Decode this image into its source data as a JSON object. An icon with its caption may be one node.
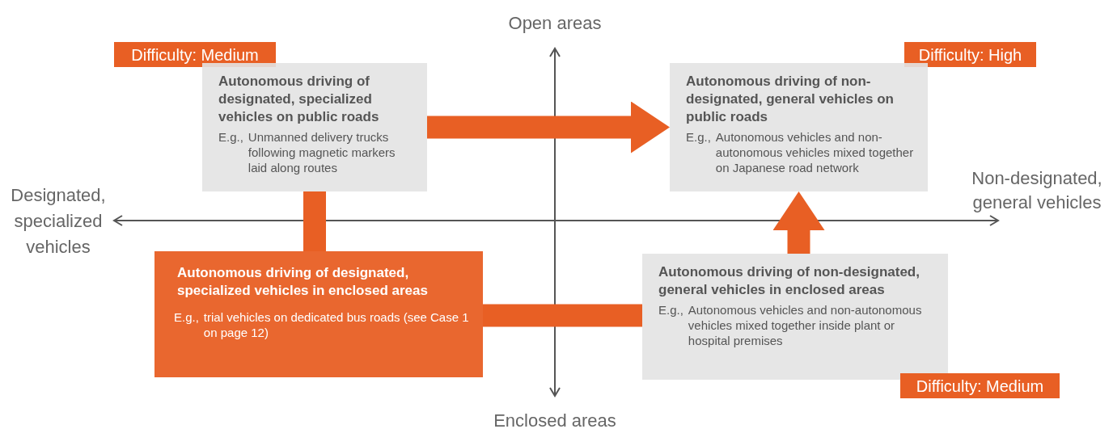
{
  "diagram": {
    "nodes": [
      {
        "text": [
          "Difficulty: Medium"
        ]
      },
      {
        "text": [
          "Autonomous driving of designated, specialized vehicles on public roads",
          "E.g.,",
          "Unmanned delivery trucks following magnetic markers laid along routes"
        ]
      },
      {
        "text": [
          "Difficulty: High"
        ]
      },
      {
        "text": [
          "Autonomous driving of non-designated, general vehicles on public roads",
          "E.g.,",
          "Autonomous vehicles and non-autonomous vehicles mixed together on Japanese road network"
        ]
      },
      {
        "text": [
          "Autonomous driving of designated, specialized vehicles in enclosed areas",
          "E.g.,",
          "trial vehicles on dedicated bus roads (see Case 1 on page 12)"
        ]
      },
      {
        "text": [
          "Autonomous driving of non-designated, general vehicles in enclosed areas",
          "E.g.,",
          "Autonomous vehicles and non-autonomous vehicles mixed together inside plant or hospital premises"
        ]
      },
      {
        "text": [
          "Difficulty: Medium"
        ]
      }
    ],
    "edges": [
      {
        "from": 4,
        "to": 1,
        "arrow": "none"
      },
      {
        "from": 1,
        "to": 3,
        "arrow": "to"
      },
      {
        "from": 4,
        "to": 5,
        "arrow": "none"
      },
      {
        "from": 5,
        "to": 3,
        "arrow": "to"
      }
    ],
    "labels": [
      "Open areas",
      "Designated, specialized vehicles",
      "Non-designated, general vehicles",
      "Enclosed areas"
    ]
  }
}
